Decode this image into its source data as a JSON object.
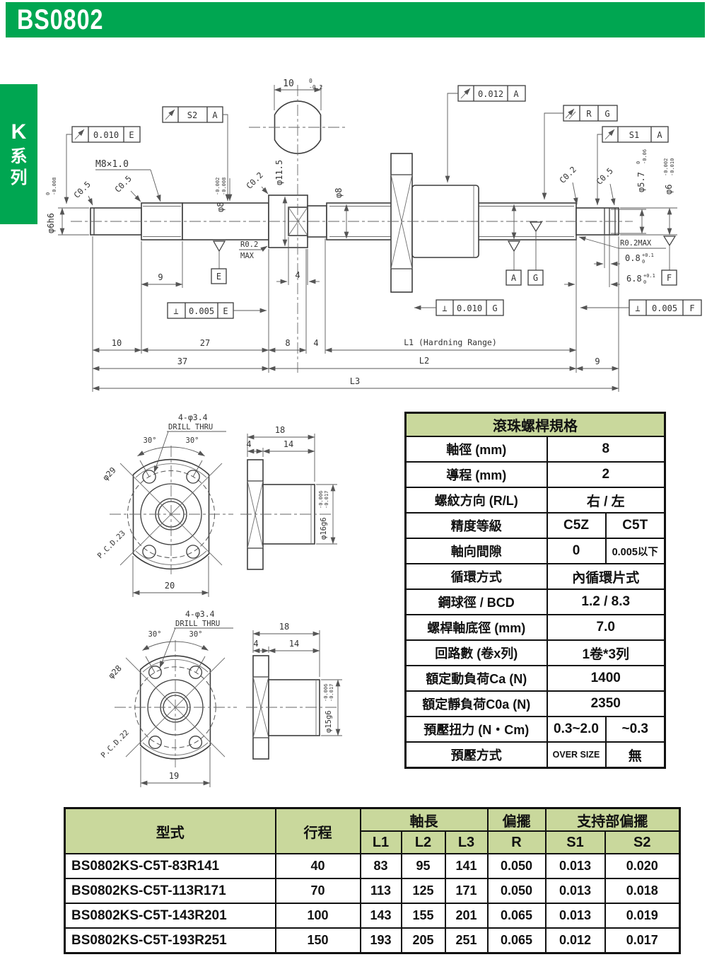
{
  "header": {
    "model": "BS0802"
  },
  "sidebar": {
    "series_letter": "K",
    "series_word": "系列"
  },
  "colors": {
    "brand_green": "#00a651",
    "table_header_green": "#c9d89c"
  },
  "drawing": {
    "callouts": {
      "se": {
        "v": "0.010",
        "d": "E"
      },
      "s2": {
        "v": "S2",
        "d": "A"
      },
      "sa": {
        "v": "0.012",
        "d": "A"
      },
      "rg": {
        "v": "R",
        "d": "G"
      },
      "s1": {
        "v": "S1",
        "d": "A"
      },
      "pe": {
        "s": "⊥",
        "v": "0.005",
        "d": "E"
      },
      "pg": {
        "s": "⊥",
        "v": "0.010",
        "d": "G"
      },
      "pf": {
        "s": "⊥",
        "v": "0.005",
        "d": "F"
      }
    },
    "datums": {
      "e": "E",
      "a": "A",
      "g": "G",
      "f": "F"
    },
    "labels": {
      "m8": "M8×1.0",
      "d6": "φ6h6",
      "d6u": "0",
      "d6l": "-0.008",
      "d8t": "φ8",
      "d8tu": "-0.002",
      "d8tl": "-0.008",
      "d115": "φ11.5",
      "d8": "φ8",
      "d57": "φ5.7",
      "d57u": "0",
      "d57l": "-0.06",
      "d6r": "φ6",
      "d6ru": "-0.002",
      "d6rl": "-0.010",
      "c05": "C0.5",
      "c02": "C0.2",
      "r02": "R0.2",
      "max": "MAX",
      "r02max": "R0.2MAX",
      "w10": "10",
      "w10u": "0",
      "w10l": "-0.2",
      "g08": "0.8",
      "g68": "6.8",
      "tolu": "+0.1",
      "toll": "0"
    },
    "dims": {
      "n9": "9",
      "n4": "4",
      "n10": "10",
      "n27": "27",
      "n8": "8",
      "n37": "37",
      "l1": "L1 (Hardning Range)",
      "l2": "L2",
      "l3": "L3"
    },
    "flange_a": {
      "holes": "4-φ3.4",
      "drill": "DRILL THRU",
      "ang": "30°",
      "od": "φ29",
      "pcd": "P.C.D.23",
      "w": "20",
      "len": "18",
      "t": "4",
      "body": "14",
      "pilot": "φ16g6",
      "pu": "-0.006",
      "pl": "-0.017"
    },
    "flange_b": {
      "holes": "4-φ3.4",
      "drill": "DRILL THRU",
      "ang": "30°",
      "od": "φ28",
      "pcd": "P.C.D.22",
      "w": "19",
      "len": "18",
      "t": "4",
      "body": "14",
      "pilot": "φ15g6",
      "pu": "-0.006",
      "pl": "-0.017"
    }
  },
  "spec_table": {
    "title": "滾珠螺桿規格",
    "rows": [
      {
        "label": "軸徑 (mm)",
        "value": "8"
      },
      {
        "label": "導程 (mm)",
        "value": "2"
      },
      {
        "label": "螺紋方向 (R/L)",
        "value": "右 / 左"
      },
      {
        "label": "精度等級",
        "v1": "C5Z",
        "v2": "C5T"
      },
      {
        "label": "軸向間隙",
        "v1": "0",
        "v2": "0.005以下"
      },
      {
        "label": "循環方式",
        "value": "內循環片式"
      },
      {
        "label": "鋼球徑 / BCD",
        "value": "1.2 / 8.3"
      },
      {
        "label": "螺桿軸底徑 (mm)",
        "value": "7.0"
      },
      {
        "label": "回路數 (卷x列)",
        "value": "1卷*3列"
      },
      {
        "label": "額定動負荷Ca  (N)",
        "value": "1400"
      },
      {
        "label": "額定靜負荷C0a  (N)",
        "value": "2350"
      },
      {
        "label": "預壓扭力  (N・Cm)",
        "v1": "0.3~2.0",
        "v2": "~0.3"
      },
      {
        "label": "預壓方式",
        "v1": "OVER SIZE",
        "v2": "無"
      }
    ]
  },
  "model_table": {
    "col_model": "型式",
    "col_stroke": "行程",
    "grp_length": "軸長",
    "grp_runout": "偏擺",
    "grp_support": "支持部偏擺",
    "sub": [
      "L1",
      "L2",
      "L3",
      "R",
      "S1",
      "S2"
    ],
    "rows": [
      {
        "model": "BS0802KS-C5T-83R141",
        "stroke": "40",
        "l1": "83",
        "l2": "95",
        "l3": "141",
        "r": "0.050",
        "s1": "0.013",
        "s2": "0.020"
      },
      {
        "model": "BS0802KS-C5T-113R171",
        "stroke": "70",
        "l1": "113",
        "l2": "125",
        "l3": "171",
        "r": "0.050",
        "s1": "0.013",
        "s2": "0.018"
      },
      {
        "model": "BS0802KS-C5T-143R201",
        "stroke": "100",
        "l1": "143",
        "l2": "155",
        "l3": "201",
        "r": "0.065",
        "s1": "0.013",
        "s2": "0.019"
      },
      {
        "model": "BS0802KS-C5T-193R251",
        "stroke": "150",
        "l1": "193",
        "l2": "205",
        "l3": "251",
        "r": "0.065",
        "s1": "0.012",
        "s2": "0.017"
      }
    ]
  }
}
